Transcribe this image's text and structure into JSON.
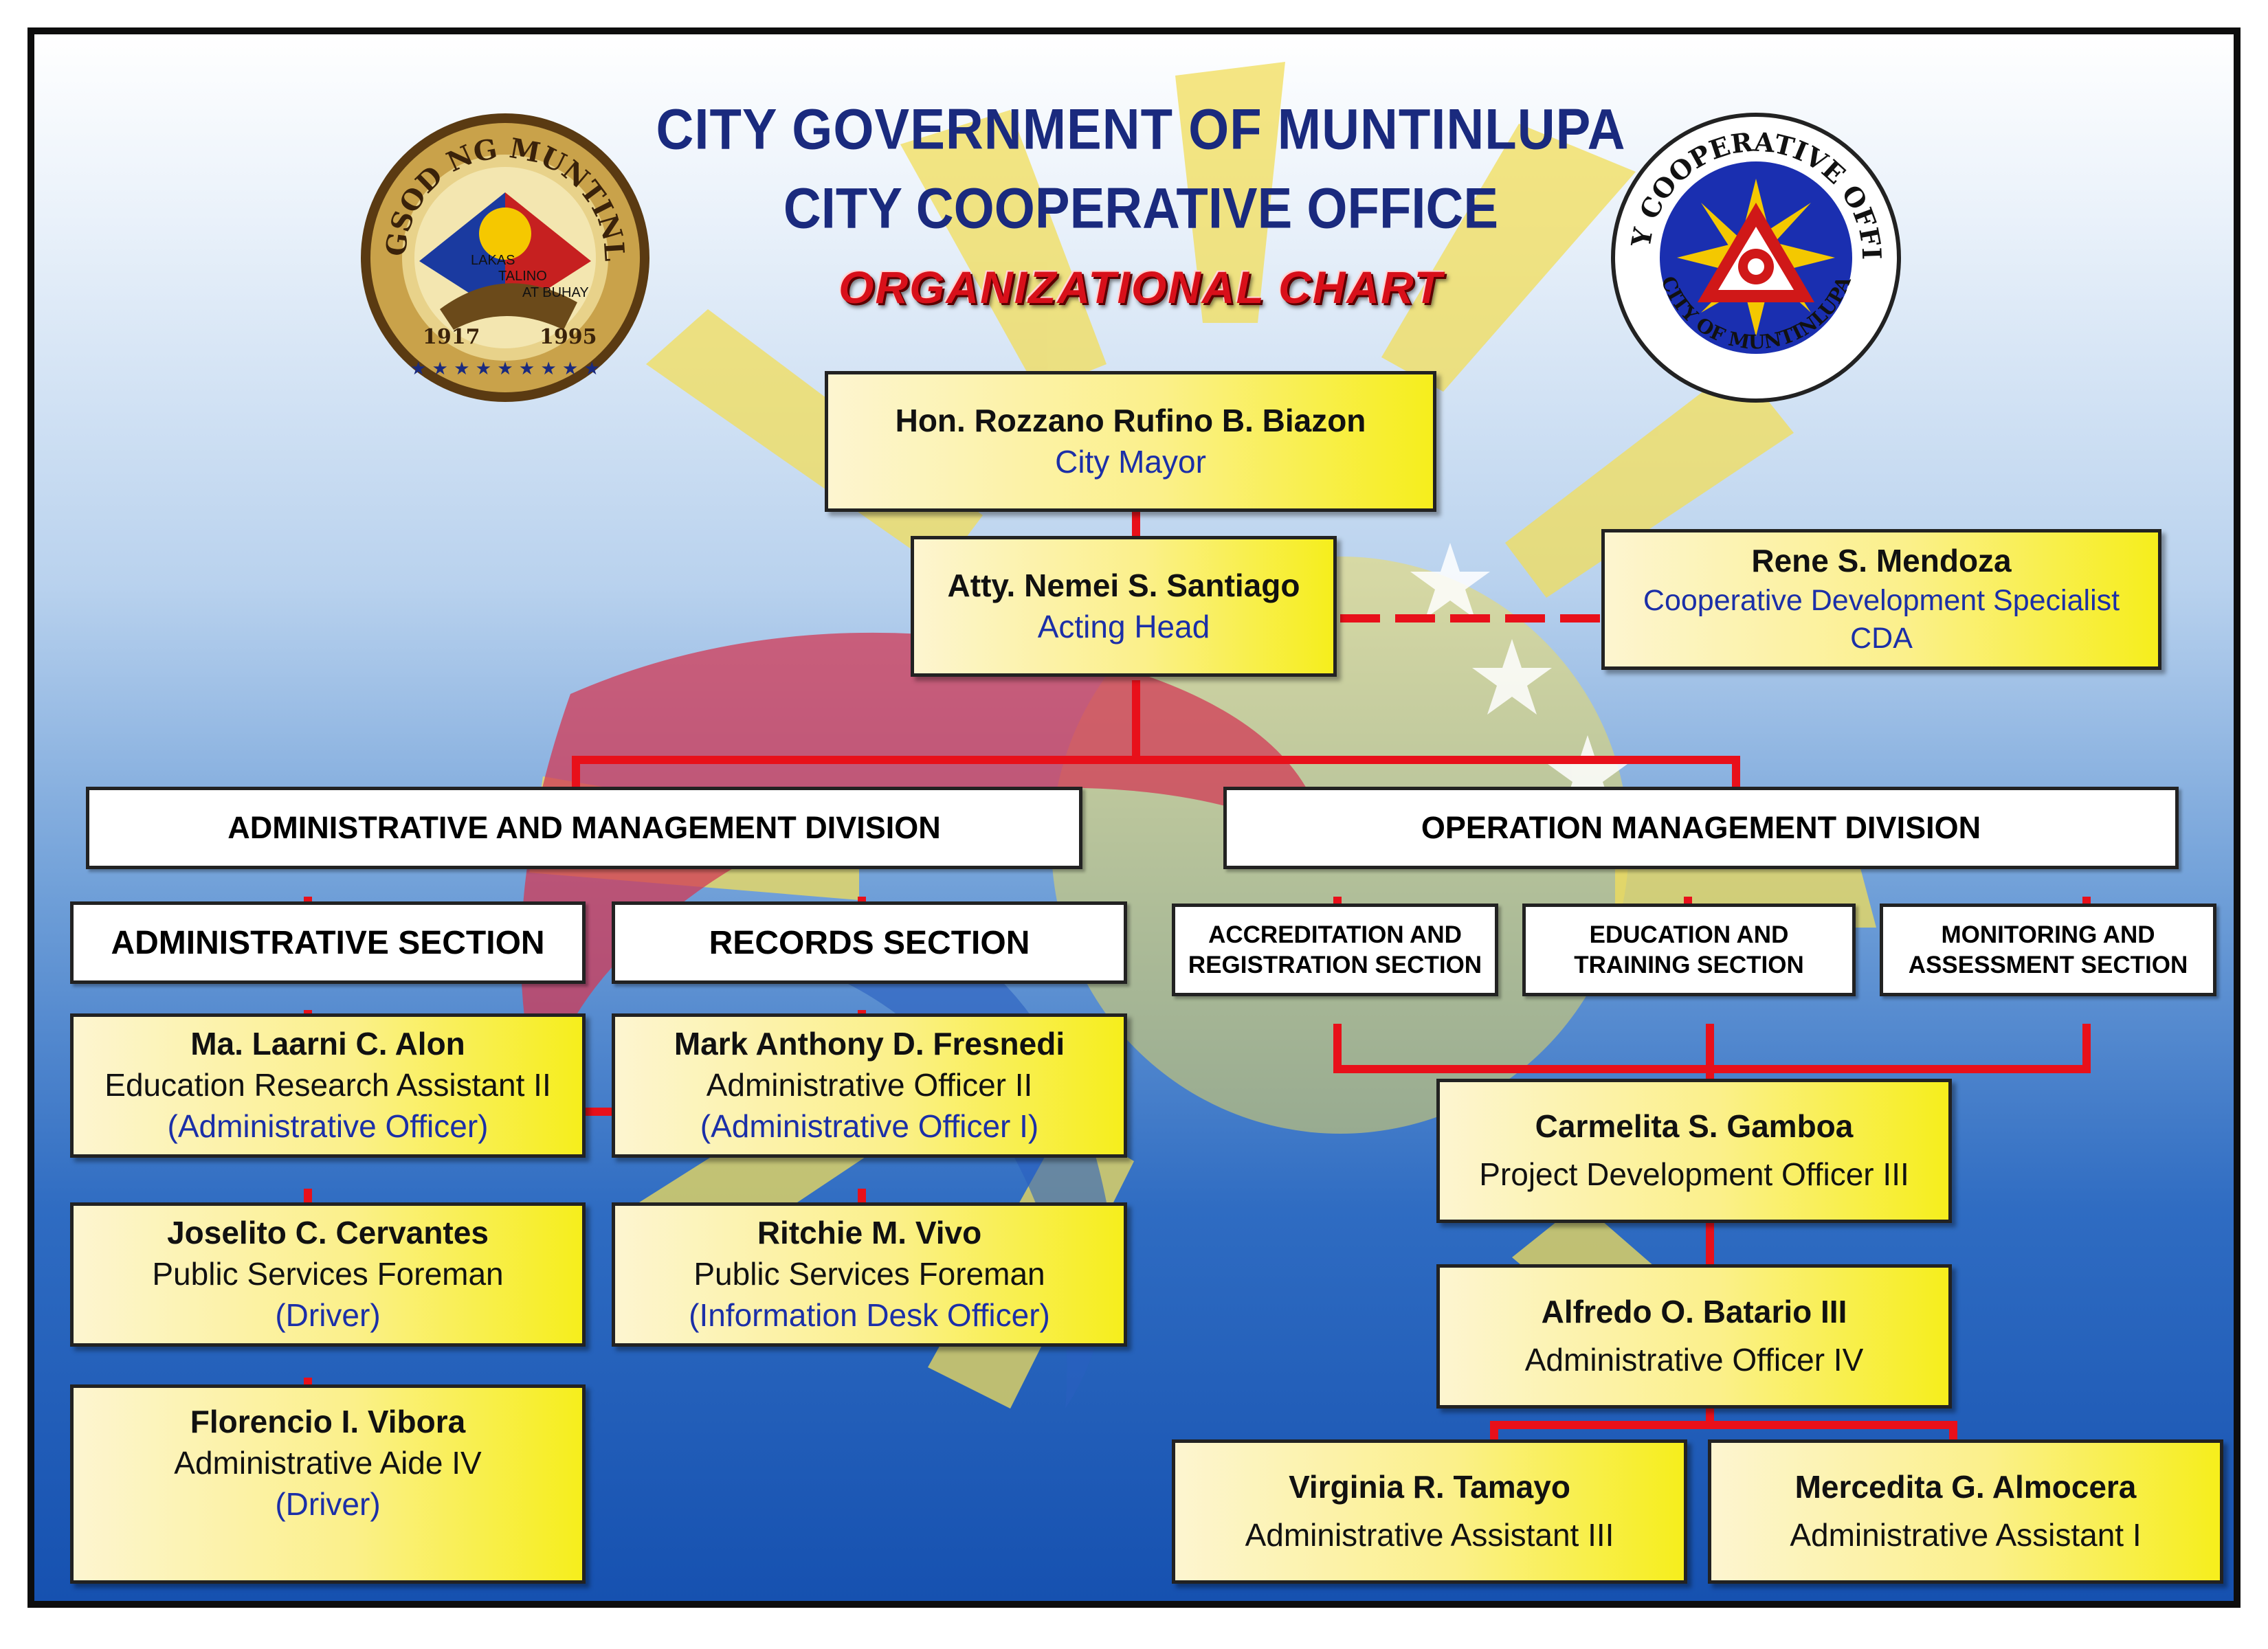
{
  "header": {
    "line1": "CITY GOVERNMENT OF MUNTINLUPA",
    "line2": "CITY COOPERATIVE OFFICE",
    "line3": "ORGANIZATIONAL CHART"
  },
  "logos": {
    "left": {
      "ring_text": "LUNGSOD NG MUNTINLUPA",
      "motto1": "LAKAS",
      "motto2": "TALINO",
      "motto3": "AT BUHAY",
      "year1": "1917",
      "year2": "1995"
    },
    "right": {
      "ring_top": "CITY COOPERATIVE OFFICE",
      "ring_bottom": "CITY OF MUNTINLUPA"
    }
  },
  "mayor": {
    "name": "Hon. Rozzano Rufino B. Biazon",
    "position": "City Mayor"
  },
  "head": {
    "name": "Atty. Nemei S. Santiago",
    "position": "Acting Head"
  },
  "cda": {
    "name": "Rene S. Mendoza",
    "position": "Cooperative Development Specialist",
    "agency": "CDA"
  },
  "divisions": {
    "admin": "ADMINISTRATIVE AND MANAGEMENT DIVISION",
    "operation": "OPERATION  MANAGEMENT DIVISION"
  },
  "sections": {
    "administrative": "ADMINISTRATIVE SECTION",
    "records": "RECORDS SECTION",
    "accreditation": [
      "ACCREDITATION AND",
      "REGISTRATION SECTION"
    ],
    "education": [
      "EDUCATION AND",
      "TRAINING SECTION"
    ],
    "monitoring": [
      "MONITORING AND",
      "ASSESSMENT SECTION"
    ]
  },
  "staff": {
    "alon": {
      "name": "Ma. Laarni C. Alon",
      "position": "Education Research Assistant II",
      "role": "(Administrative Officer)"
    },
    "fresnedi": {
      "name": "Mark Anthony D. Fresnedi",
      "position": "Administrative Officer II",
      "role": "(Administrative Officer I)"
    },
    "cervantes": {
      "name": "Joselito C. Cervantes",
      "position": "Public Services Foreman",
      "role": "(Driver)"
    },
    "vivo": {
      "name": "Ritchie M. Vivo",
      "position": "Public Services Foreman",
      "role": "(Information Desk Officer)"
    },
    "vibora": {
      "name": "Florencio I. Vibora",
      "position": "Administrative Aide IV",
      "role": "(Driver)"
    },
    "gamboa": {
      "name": "Carmelita S. Gamboa",
      "position": "Project Development Officer III"
    },
    "batario": {
      "name": "Alfredo O. Batario III",
      "position": "Administrative Officer IV"
    },
    "tamayo": {
      "name": "Virginia R. Tamayo",
      "position": "Administrative Assistant III"
    },
    "almocera": {
      "name": "Mercedita G. Almocera",
      "position": "Administrative Assistant I"
    }
  },
  "colors": {
    "connector": "#e8101a",
    "title_blue": "#1a2a7e",
    "title_red": "#d8101a",
    "box_yellow": "#f6ee1c",
    "role_blue": "#1b2fa8"
  }
}
